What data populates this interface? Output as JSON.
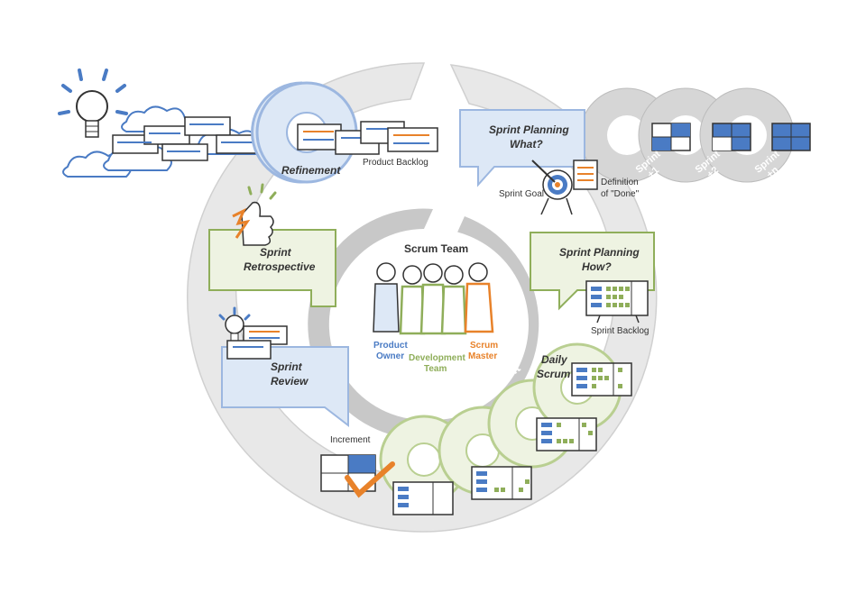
{
  "labels": {
    "refinement": "Refinement",
    "product_backlog": "Product Backlog",
    "sprint_planning_what_1": "Sprint Planning",
    "sprint_planning_what_2": "What?",
    "sprint_goal": "Sprint Goal",
    "definition_1": "Definition",
    "definition_2": "of \"Done\"",
    "sprint_planning_how_1": "Sprint Planning",
    "sprint_planning_how_2": "How?",
    "sprint_backlog": "Sprint Backlog",
    "daily_scrum_1": "Daily",
    "daily_scrum_2": "Scrum",
    "sprint_retro_1": "Sprint",
    "sprint_retro_2": "Retrospective",
    "sprint_review_1": "Sprint",
    "sprint_review_2": "Review",
    "increment": "Increment",
    "sprint_ring": "Sprint",
    "scrum_team": "Scrum Team",
    "product_owner_1": "Product",
    "product_owner_2": "Owner",
    "development_1": "Development",
    "development_2": "Team",
    "scrum_master_1": "Scrum",
    "scrum_master_2": "Master",
    "future_1_a": "Sprint",
    "future_1_b": "+1",
    "future_2_a": "Sprint",
    "future_2_b": "+2",
    "future_n_a": "Sprint",
    "future_n_b": "+n"
  },
  "colors": {
    "blue": "#4a7bc4",
    "blue_light": "#dde8f6",
    "green": "#8fae5a",
    "green_light": "#eef3e2",
    "orange": "#e8822a",
    "grey_ring": "#e6e6e6",
    "grey_inner": "#c8c8c8",
    "grey_future": "#d2d2d2"
  }
}
